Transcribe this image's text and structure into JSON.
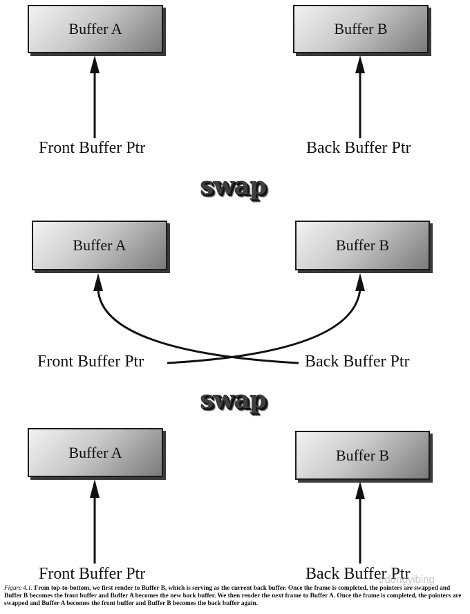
{
  "panel1": {
    "box_a": "Buffer A",
    "box_b": "Buffer B",
    "label_front": "Front Buffer Ptr",
    "label_back": "Back Buffer Ptr"
  },
  "swap1": "swap",
  "panel2": {
    "box_a": "Buffer A",
    "box_b": "Buffer B",
    "label_front": "Front Buffer Ptr",
    "label_back": "Back Buffer Ptr"
  },
  "swap2": "swap",
  "panel3": {
    "box_a": "Buffer A",
    "box_b": "Buffer B",
    "label_front": "Front Buffer Ptr",
    "label_back": "Back Buffer Ptr"
  },
  "caption": {
    "figure_label": "Figure 4.1.",
    "text": " From top-to-bottom, we first render to Buffer B, which is serving as the current back buffer. Once the frame is completed, the pointers are swapped and Buffer B becomes the front buffer and Buffer A becomes the new back buffer. We then render the next frame to Buffer A. Once the frame is completed, the pointers are swapped and Buffer A becomes the front buffer and Buffer B becomes the back buffer again."
  },
  "watermark": "t/dongyibing"
}
